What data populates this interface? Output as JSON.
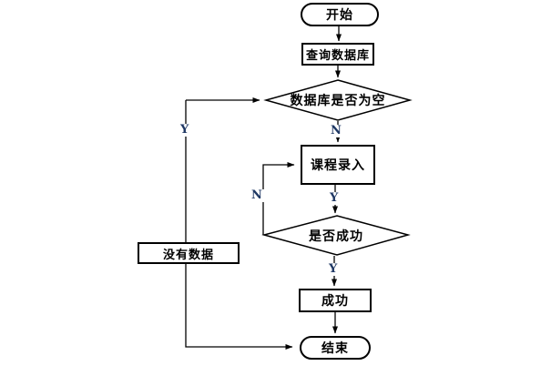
{
  "diagram": {
    "type": "flowchart",
    "colors": {
      "background": "#ffffff",
      "stroke": "#000000",
      "branch_label": "#1f3864"
    },
    "nodes": {
      "start": {
        "label": "开始",
        "shape": "terminator"
      },
      "query_db": {
        "label": "查询数据库",
        "shape": "process"
      },
      "db_empty_check": {
        "label": "数据库是否为空",
        "shape": "decision"
      },
      "course_entry": {
        "label": "课程录入",
        "shape": "process"
      },
      "success_check": {
        "label": "是否成功",
        "shape": "decision"
      },
      "success": {
        "label": "成功",
        "shape": "process"
      },
      "no_data": {
        "label": "没有数据",
        "shape": "process"
      },
      "end": {
        "label": "结束",
        "shape": "terminator"
      }
    },
    "edge_labels": {
      "db_empty_no": "N",
      "db_empty_yes": "Y",
      "entry_to_check": "Y",
      "check_retry_no": "N",
      "check_ok_yes": "Y"
    }
  }
}
